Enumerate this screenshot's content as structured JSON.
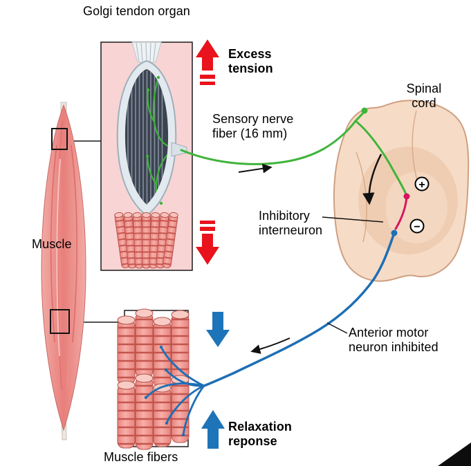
{
  "labels": {
    "golgi_tendon_organ": "Golgi tendon organ",
    "excess_tension": "Excess tension",
    "sensory_nerve_fiber": "Sensory nerve fiber (16 mm)",
    "spinal_cord": "Spinal cord",
    "inhibitory_interneuron": "Inhibitory interneuron",
    "anterior_motor_neuron": "Anterior motor neuron inhibited",
    "muscle": "Muscle",
    "relaxation_response": "Relaxation reponse",
    "muscle_fibers": "Muscle fibers"
  },
  "symbols": {
    "excitatory": "+",
    "inhibitory": "−"
  },
  "colors": {
    "sensory_nerve_green": "#3fb43a",
    "inhibitory_interneuron_magenta": "#d6145f",
    "motor_nerve_blue": "#1d6fb5",
    "tension_arrow_red": "#e8131c",
    "relaxation_arrow_blue": "#1e74b8",
    "panel_pink": "#f9d4d4",
    "muscle_pink": "#e87f7b",
    "spinal_cord_tan": "#f6dcc7"
  }
}
